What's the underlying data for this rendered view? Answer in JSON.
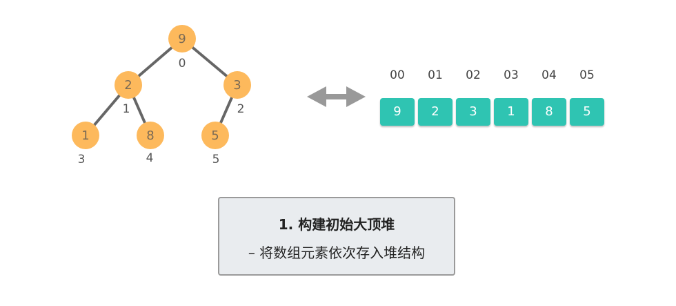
{
  "tree": {
    "nodes": [
      {
        "value": "9",
        "index": "0"
      },
      {
        "value": "2",
        "index": "1"
      },
      {
        "value": "3",
        "index": "2"
      },
      {
        "value": "1",
        "index": "3"
      },
      {
        "value": "8",
        "index": "4"
      },
      {
        "value": "5",
        "index": "5"
      }
    ],
    "edges": [
      [
        0,
        1
      ],
      [
        0,
        2
      ],
      [
        1,
        3
      ],
      [
        1,
        4
      ],
      [
        2,
        5
      ]
    ],
    "node_color": "#fdb95c",
    "edge_color": "#666666"
  },
  "array": {
    "indices": [
      "00",
      "01",
      "02",
      "03",
      "04",
      "05"
    ],
    "values": [
      "9",
      "2",
      "3",
      "1",
      "8",
      "5"
    ],
    "cell_color": "#2fc4b2"
  },
  "arrow": {
    "icon": "double-arrow-icon",
    "color": "#999999"
  },
  "caption": {
    "title": "1. 构建初始大顶堆",
    "subtitle": "– 将数组元素依次存入堆结构"
  }
}
